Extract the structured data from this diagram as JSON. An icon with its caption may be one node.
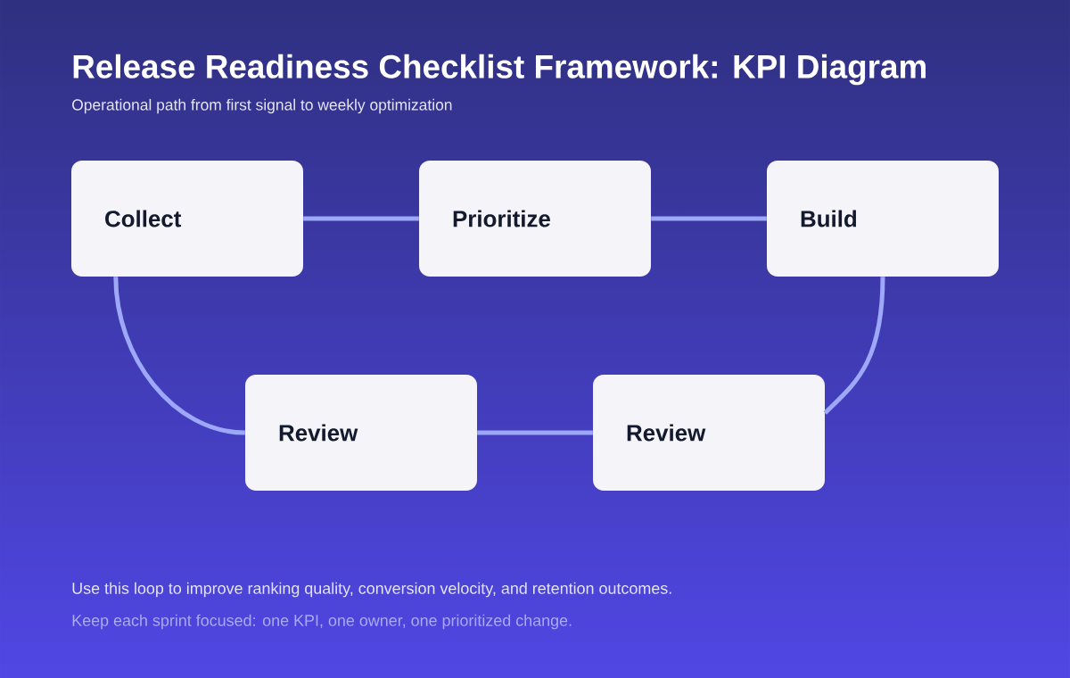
{
  "diagram": {
    "title": "Release Readiness Checklist Framework: KPI Diagram",
    "caption": "Operational path from first signal to weekly optimization",
    "nodes": [
      {
        "text": [
          "Collect"
        ]
      },
      {
        "text": [
          "Prioritize"
        ]
      },
      {
        "text": [
          "Build"
        ]
      },
      {
        "text": [
          "Review"
        ]
      },
      {
        "text": [
          "Review"
        ]
      }
    ],
    "edges": [
      {
        "from": 0,
        "to": 1,
        "arrow": "none"
      },
      {
        "from": 1,
        "to": 2,
        "arrow": "none"
      },
      {
        "from": 2,
        "to": 4,
        "arrow": "none"
      },
      {
        "from": 4,
        "to": 3,
        "arrow": "none"
      },
      {
        "from": 3,
        "to": 0,
        "arrow": "none"
      }
    ],
    "labels": [
      "Use this loop to improve ranking quality, conversion velocity, and retention outcomes.",
      "Keep each sprint focused: one KPI, one owner, one prioritized change."
    ]
  }
}
